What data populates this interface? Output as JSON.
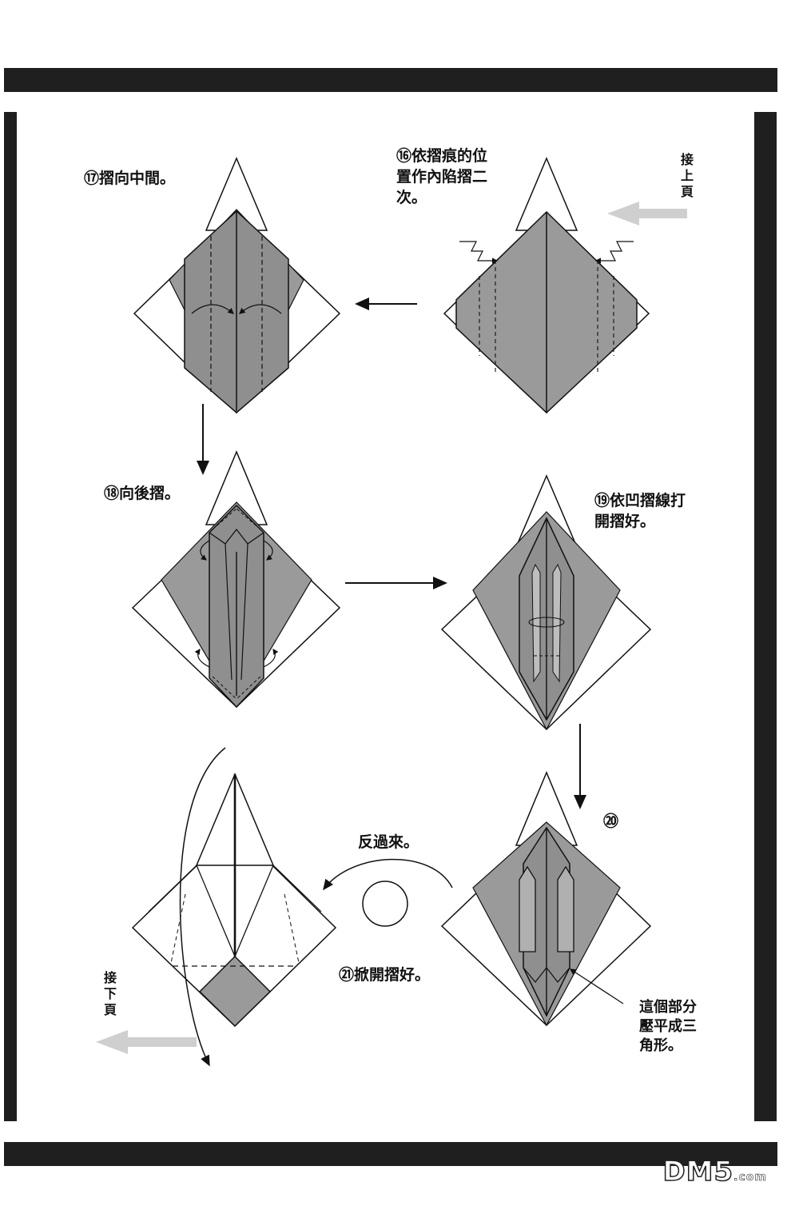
{
  "steps": {
    "s16": "⑯依摺痕的位置作內陷摺二次。",
    "s17": "⑰摺向中間。",
    "s18": "⑱向後摺。",
    "s19": "⑲依凹摺線打開摺好。",
    "s20": "⑳",
    "s21": "㉑掀開摺好。",
    "flip": "反過來。",
    "note": "這個部分壓平成三角形。"
  },
  "nav": {
    "from_prev": "接上頁",
    "to_next": "接下頁"
  },
  "watermark": {
    "brand": "DM5",
    "suffix": ".com"
  },
  "colors": {
    "paper_gray": "#9a9a9a",
    "ink": "#111111",
    "light_arrow": "#c8c8c8"
  }
}
